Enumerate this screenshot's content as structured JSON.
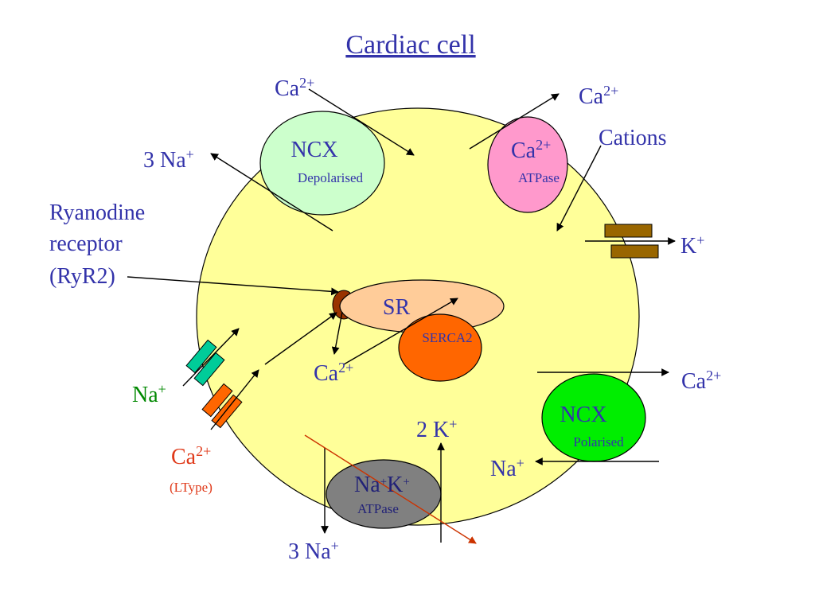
{
  "title": "Cardiac cell",
  "ca_ion": "Ca",
  "charge_2plus": "2+",
  "charge_plus": "+",
  "na_ion": "Na",
  "k_ion": "K",
  "ncx_top": {
    "name": "NCX",
    "state": "Depolarised",
    "ion_out": "3 Na"
  },
  "ca_atpase": {
    "ion": "Ca",
    "charge": "2+",
    "name": "ATPase"
  },
  "cations": "Cations",
  "ryr": {
    "line1": "Ryanodine",
    "line2": "receptor",
    "line3": "(RyR2)"
  },
  "sr": {
    "label": "SR",
    "serca": "SERCA2"
  },
  "ltype": "(LType)",
  "nak_atpase": {
    "ion1": "Na",
    "ion2": "K",
    "name": "ATPase",
    "k_in": "2 K",
    "na_out": "3 Na"
  },
  "ncx_bottom": {
    "name": "NCX",
    "state": "Polarised"
  },
  "colors": {
    "cell": "#ffff99",
    "ncx_depolarised": "#ccffcc",
    "ca_atpase": "#ff99cc",
    "sr": "#ffcc99",
    "sr_cap": "#993300",
    "serca": "#ff6600",
    "ncx_polarised": "#00ee00",
    "nak_atpase": "#808080",
    "k_channel": "#996600",
    "na_channel": "#00cc99",
    "ca_channel": "#ff6600",
    "text": "#3333aa"
  }
}
